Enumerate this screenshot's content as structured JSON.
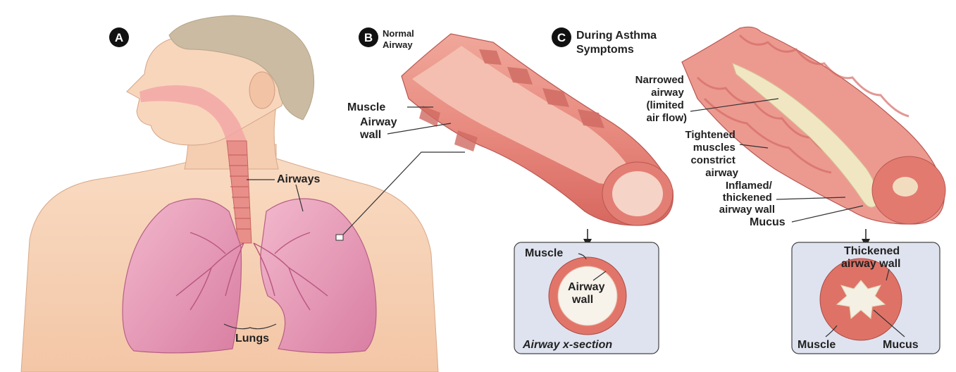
{
  "panels": {
    "a": {
      "badge": "A",
      "labels": {
        "airways": "Airways",
        "lungs": "Lungs"
      }
    },
    "b": {
      "badge": "B",
      "title_line1": "Normal",
      "title_line2": "Airway",
      "labels": {
        "muscle": "Muscle",
        "airway_wall_line1": "Airway",
        "airway_wall_line2": "wall"
      },
      "inset": {
        "muscle": "Muscle",
        "airway_line1": "Airway",
        "airway_line2": "wall",
        "caption": "Airway x-section"
      }
    },
    "c": {
      "badge": "C",
      "title_line1": "During Asthma",
      "title_line2": "Symptoms",
      "labels": {
        "narrowed": [
          "Narrowed",
          "airway",
          "(limited",
          "air flow)"
        ],
        "tightened": [
          "Tightened",
          "muscles",
          "constrict",
          "airway"
        ],
        "inflamed": [
          "Inflamed/",
          "thickened",
          "airway wall"
        ],
        "mucus": "Mucus"
      },
      "inset": {
        "thickened_line1": "Thickened",
        "thickened_line2": "airway wall",
        "muscle": "Muscle",
        "mucus": "Mucus"
      }
    }
  },
  "colors": {
    "skin": "#f7d3b7",
    "hair": "#c9b9a0",
    "lung": "#e79ab7",
    "airway_outer": "#e5837a",
    "airway_inner": "#f5c2b4",
    "inset_bg": "#dfe3ef",
    "mucus": "#f0e7c2",
    "badge": "#111111"
  },
  "icons": [
    "arrow-down-icon",
    "arrow-down-icon"
  ]
}
